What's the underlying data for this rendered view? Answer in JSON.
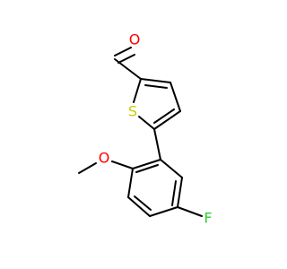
{
  "structure": {
    "atoms": {
      "O1": {
        "label": "O",
        "color": "#ff0000"
      },
      "S1": {
        "label": "S",
        "color": "#cccc00"
      },
      "O2": {
        "label": "O",
        "color": "#ff0000"
      },
      "F1": {
        "label": "F",
        "color": "#33cc33"
      }
    },
    "bond_color": "#000000",
    "background": "#ffffff"
  }
}
